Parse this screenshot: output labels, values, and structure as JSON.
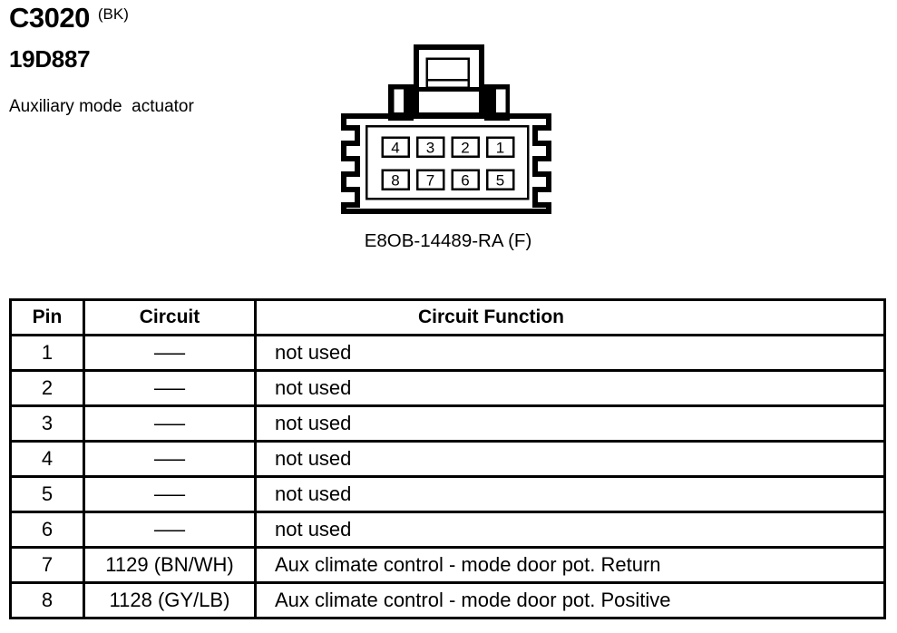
{
  "page": {
    "connector_id": "C3020",
    "connector_color": "(BK)",
    "part_ref": "19D887",
    "description": "Auxiliary mode  actuator"
  },
  "connector": {
    "part_number": "E8OB-14489-RA (F)",
    "pins_top": [
      "4",
      "3",
      "2",
      "1"
    ],
    "pins_bottom": [
      "8",
      "7",
      "6",
      "5"
    ]
  },
  "table": {
    "headers": {
      "pin": "Pin",
      "circuit": "Circuit",
      "function": "Circuit Function"
    },
    "rows": [
      {
        "pin": "1",
        "circuit": "—",
        "function": "not used"
      },
      {
        "pin": "2",
        "circuit": "—",
        "function": "not used"
      },
      {
        "pin": "3",
        "circuit": "—",
        "function": "not used"
      },
      {
        "pin": "4",
        "circuit": "—",
        "function": "not used"
      },
      {
        "pin": "5",
        "circuit": "—",
        "function": "not used"
      },
      {
        "pin": "6",
        "circuit": "—",
        "function": "not used"
      },
      {
        "pin": "7",
        "circuit": "1129 (BN/WH)",
        "function": "Aux climate control - mode door pot. Return"
      },
      {
        "pin": "8",
        "circuit": "1128 (GY/LB)",
        "function": "Aux climate control - mode door pot. Positive"
      }
    ]
  },
  "colors": {
    "ink": "#000000",
    "background": "#ffffff"
  }
}
